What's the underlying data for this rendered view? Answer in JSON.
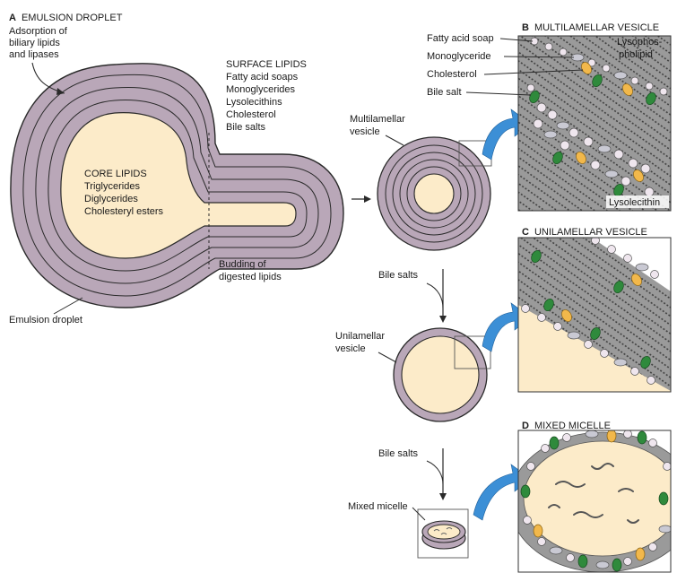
{
  "panel_a": {
    "letter": "A",
    "title": "EMULSION DROPLET",
    "adsorption": [
      "Adsorption of",
      "biliary lipids",
      "and lipases"
    ],
    "surface_lipids": [
      "SURFACE LIPIDS",
      "Fatty acid soaps",
      "Monoglycerides",
      "Lysolecithins",
      "Cholesterol",
      "Bile salts"
    ],
    "core_lipids": [
      "CORE LIPIDS",
      "Triglycerides",
      "Diglycerides",
      "Cholesteryl esters"
    ],
    "budding": [
      "Budding of",
      "digested lipids"
    ],
    "droplet_label": "Emulsion droplet"
  },
  "flow": {
    "multilamellar": [
      "Multilamellar",
      "vesicle"
    ],
    "bile_salts_1": "Bile salts",
    "unilamellar": [
      "Unilamellar",
      "vesicle"
    ],
    "bile_salts_2": "Bile salts",
    "mixed_micelle": "Mixed micelle"
  },
  "panel_b": {
    "letter": "B",
    "title": "MULTILAMELLAR VESICLE",
    "fatty_acid_soap": "Fatty acid soap",
    "monoglyceride": "Monoglyceride",
    "cholesterol": "Cholesterol",
    "bile_salt": "Bile salt",
    "lysophospholipid": [
      "Lysophos-",
      "pholipid"
    ],
    "lysolecithin": "Lysolecithin"
  },
  "panel_c": {
    "letter": "C",
    "title": "UNILAMELLAR VESICLE"
  },
  "panel_d": {
    "letter": "D",
    "title": "MIXED MICELLE"
  },
  "colors": {
    "membrane": "#b9a7b8",
    "core": "#fcebc9",
    "zoom_bg": "#8f8f8f",
    "arrow": "#3c8fd6",
    "bile_salt": "#2f8a3c",
    "cholesterol": "#f2b84b",
    "headgroup": "#efe6ee"
  }
}
